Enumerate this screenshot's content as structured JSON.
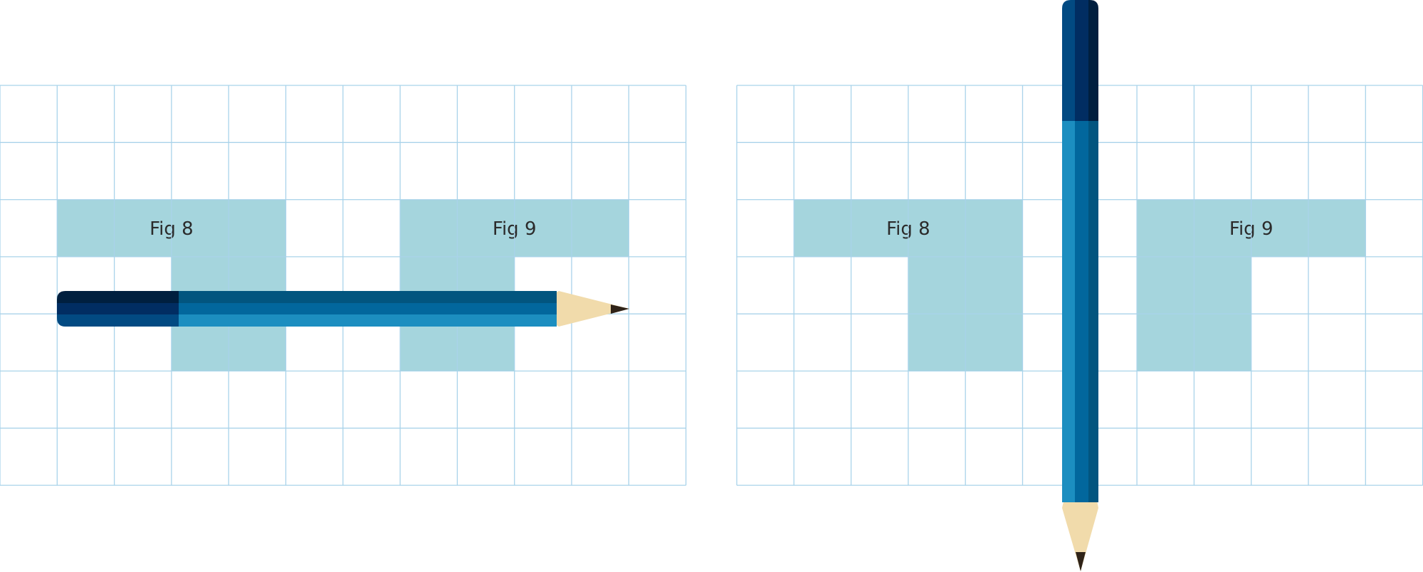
{
  "panels": [
    {
      "name": "horizontal-pencil-panel",
      "figures": [
        {
          "label": "Fig 8"
        },
        {
          "label": "Fig 9"
        }
      ],
      "pencil_orientation": "horizontal"
    },
    {
      "name": "vertical-pencil-panel",
      "figures": [
        {
          "label": "Fig 8"
        },
        {
          "label": "Fig 9"
        }
      ],
      "pencil_orientation": "vertical"
    }
  ],
  "colors": {
    "grid_line": "#a9d3ea",
    "shape_fill": "#a5d5dd",
    "pencil_light": "#1c8ec0",
    "pencil_mid": "#02679d",
    "pencil_dark": "#02557f",
    "cap_light": "#024a82",
    "cap_mid": "#012d62",
    "cap_dark": "#001f3f",
    "wood": "#f1dbab",
    "lead": "#2f2318"
  }
}
